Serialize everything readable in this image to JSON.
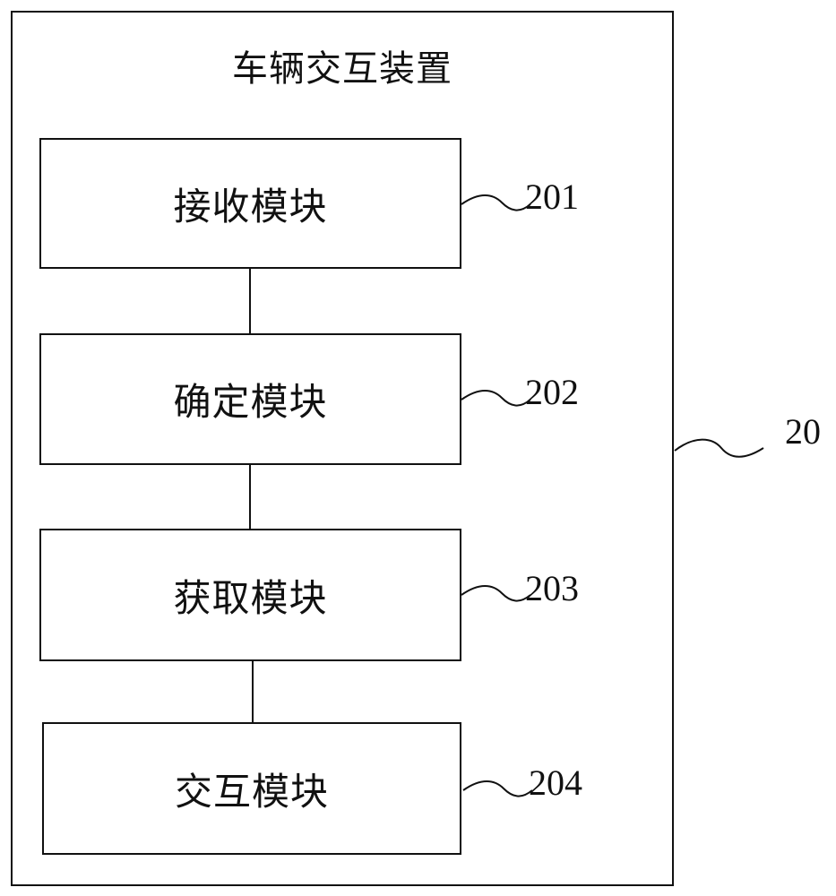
{
  "device": {
    "title": "车辆交互装置",
    "ref": "20"
  },
  "modules": [
    {
      "label": "接收模块",
      "ref": "201"
    },
    {
      "label": "确定模块",
      "ref": "202"
    },
    {
      "label": "获取模块",
      "ref": "203"
    },
    {
      "label": "交互模块",
      "ref": "204"
    }
  ]
}
